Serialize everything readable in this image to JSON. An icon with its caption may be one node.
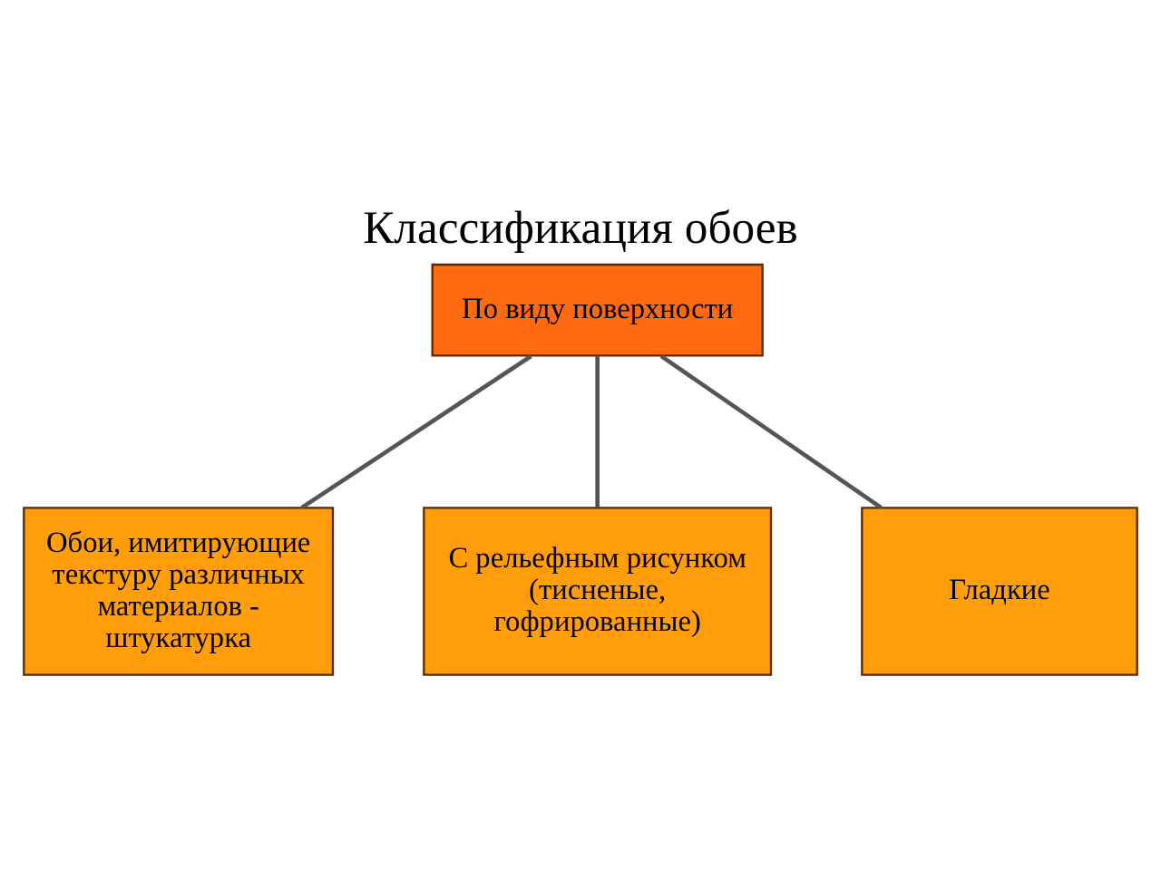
{
  "diagram": {
    "title": "Классификация обоев",
    "nodes": [
      {
        "text": [
          "По виду поверхности"
        ]
      },
      {
        "text": [
          "Обои, имитирующие текстуру различных материалов - штукатурка"
        ]
      },
      {
        "text": [
          "С рельефным рисунком (тисненые, гофрированные)"
        ]
      },
      {
        "text": [
          "Гладкие"
        ]
      }
    ],
    "edges": [
      {
        "from": 0,
        "to": 1,
        "arrow": "none"
      },
      {
        "from": 0,
        "to": 2,
        "arrow": "none"
      },
      {
        "from": 0,
        "to": 3,
        "arrow": "none"
      }
    ]
  }
}
